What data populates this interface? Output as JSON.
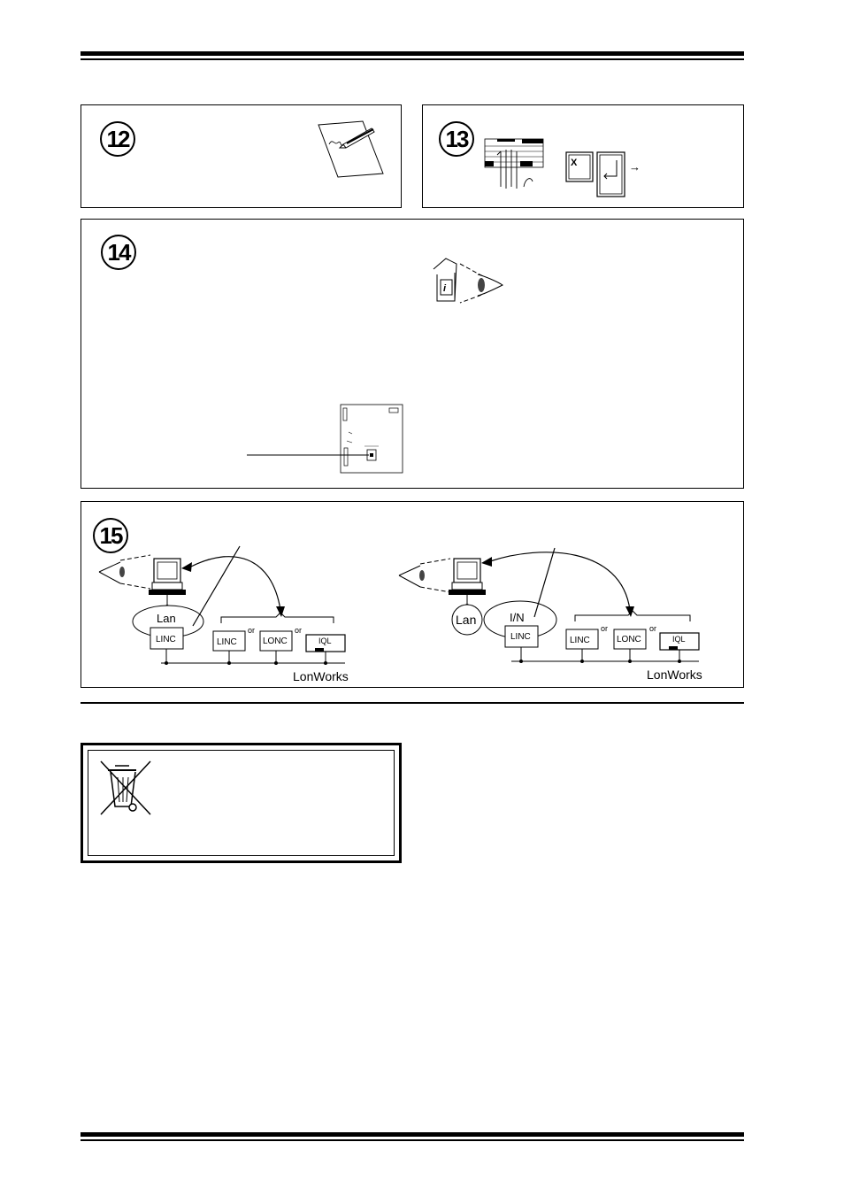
{
  "steps": {
    "step12": {
      "number": "12"
    },
    "step13": {
      "number": "13",
      "key_label": "X",
      "arrow": "→"
    },
    "step14": {
      "number": "14",
      "book_glyph": "i"
    },
    "step15": {
      "number": "15",
      "left": {
        "lan": "Lan",
        "linc_main": "LINC",
        "linc": "LINC",
        "or1": "or",
        "lonc": "LONC",
        "or2": "or",
        "iql": "IQL",
        "bus": "LonWorks"
      },
      "right": {
        "lan": "Lan",
        "in": "I/N",
        "linc_main": "LINC",
        "linc": "LINC",
        "or1": "or",
        "lonc": "LONC",
        "or2": "or",
        "iql": "IQL",
        "bus": "LonWorks"
      }
    }
  }
}
